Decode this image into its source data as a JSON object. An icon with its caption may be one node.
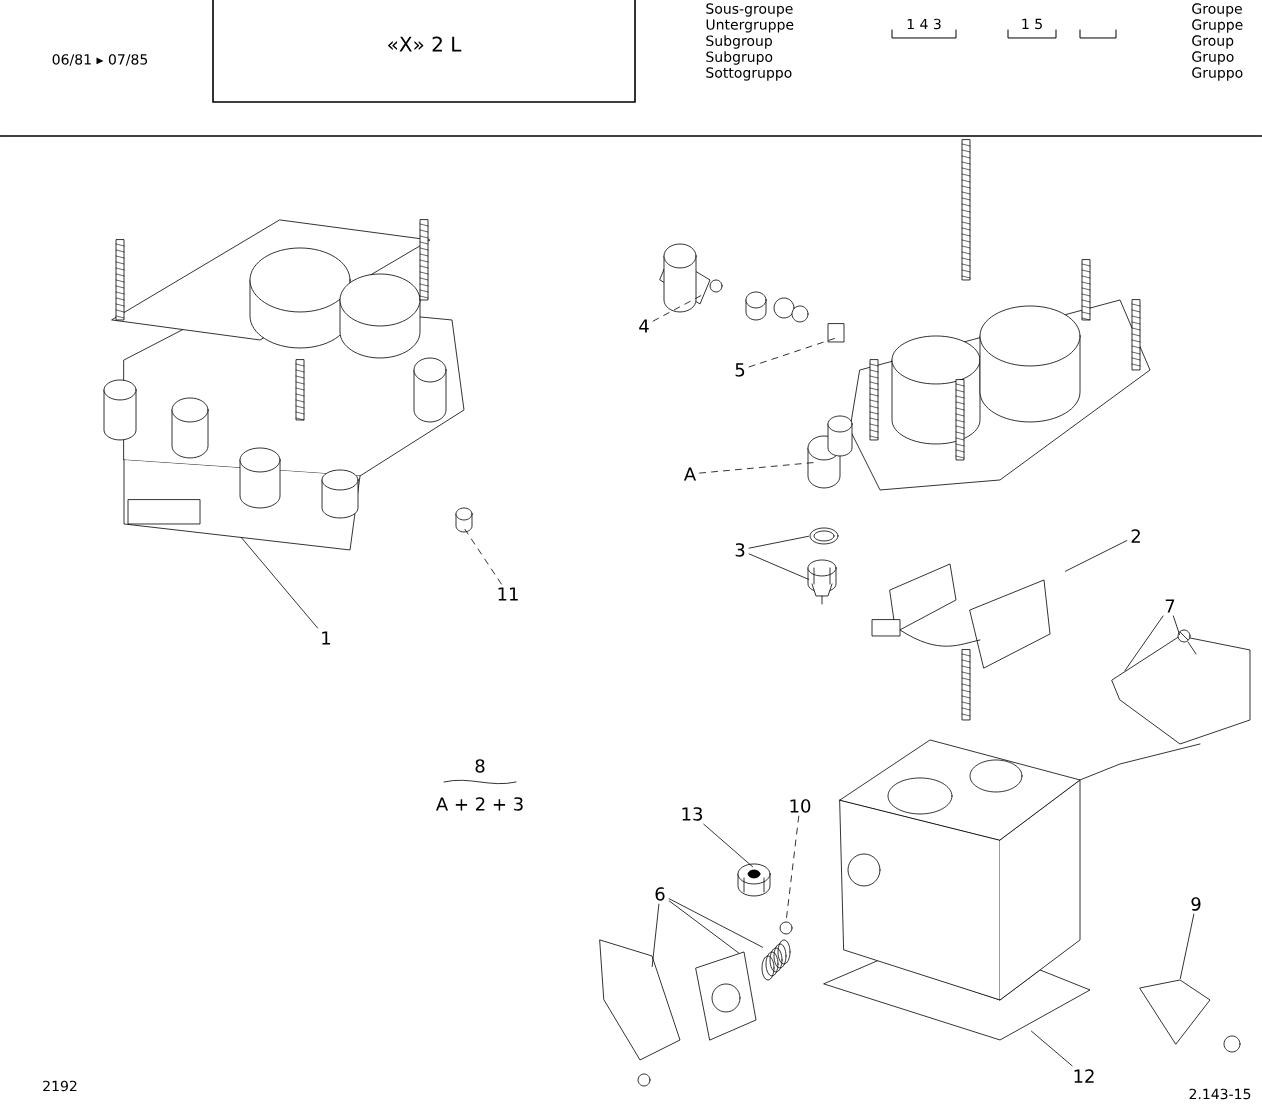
{
  "diagram": {
    "nodes": [
      {
        "text": [
          "«X» 2 L"
        ]
      },
      {
        "text": [
          "4"
        ]
      },
      {
        "text": [
          "5"
        ]
      },
      {
        "text": [
          "A"
        ]
      },
      {
        "text": [
          "3"
        ]
      },
      {
        "text": [
          "2"
        ]
      },
      {
        "text": [
          "1"
        ]
      },
      {
        "text": [
          "11"
        ]
      },
      {
        "text": [
          "7"
        ]
      },
      {
        "text": [
          "13"
        ]
      },
      {
        "text": [
          "10"
        ]
      },
      {
        "text": [
          "6"
        ]
      },
      {
        "text": [
          "9"
        ]
      },
      {
        "text": [
          "12"
        ]
      },
      {
        "text": [],
        "shape": "picture"
      },
      {
        "text": [],
        "shape": "picture"
      },
      {
        "text": [],
        "shape": "picture"
      },
      {
        "text": [],
        "shape": "picture"
      },
      {
        "text": [],
        "shape": "picture"
      },
      {
        "text": [],
        "shape": "picture"
      },
      {
        "text": [],
        "shape": "picture"
      },
      {
        "text": [],
        "shape": "picture"
      },
      {
        "text": [],
        "shape": "picture"
      },
      {
        "text": [],
        "shape": "picture"
      },
      {
        "text": [],
        "shape": "picture"
      },
      {
        "text": [],
        "shape": "picture"
      },
      {
        "text": [],
        "shape": "picture"
      },
      {
        "text": [],
        "shape": "picture"
      },
      {
        "text": [],
        "shape": "picture"
      },
      {
        "text": [],
        "shape": "picture"
      },
      {
        "text": [],
        "shape": "picture"
      }
    ],
    "edges": [
      {
        "from": 1,
        "to": 14,
        "arrow": "none",
        "style": "dashed"
      },
      {
        "from": 2,
        "to": 15,
        "arrow": "none",
        "style": "dashed"
      },
      {
        "from": 3,
        "to": 16,
        "arrow": "none",
        "style": "dashed"
      },
      {
        "from": 4,
        "to": 17,
        "arrow": "none"
      },
      {
        "from": 4,
        "to": 18,
        "arrow": "none"
      },
      {
        "from": 5,
        "to": 19,
        "arrow": "none"
      },
      {
        "from": 6,
        "to": 20,
        "arrow": "none"
      },
      {
        "from": 7,
        "to": 21,
        "arrow": "none",
        "style": "dashed"
      },
      {
        "from": 8,
        "to": 22,
        "arrow": "none"
      },
      {
        "from": 8,
        "to": 23,
        "arrow": "none"
      },
      {
        "from": 9,
        "to": 24,
        "arrow": "none"
      },
      {
        "from": 10,
        "to": 25,
        "arrow": "none",
        "style": "dashed"
      },
      {
        "from": 11,
        "to": 26,
        "arrow": "none"
      },
      {
        "from": 11,
        "to": 27,
        "arrow": "none"
      },
      {
        "from": 11,
        "to": 28,
        "arrow": "none"
      },
      {
        "from": 12,
        "to": 29,
        "arrow": "none"
      },
      {
        "from": 13,
        "to": 30,
        "arrow": "none"
      }
    ],
    "labels": [
      "Sous-groupe",
      "Groupe",
      "06/81 ▸ 07/85",
      "Untergruppe",
      "1 4 3",
      "1 5",
      "Gruppe",
      "Subgroup",
      "Group",
      "Subgrupo",
      "Grupo",
      "Sottogruppo",
      "Gruppo",
      "8",
      "A + 2 + 3",
      "2192",
      "2.143-15"
    ]
  }
}
